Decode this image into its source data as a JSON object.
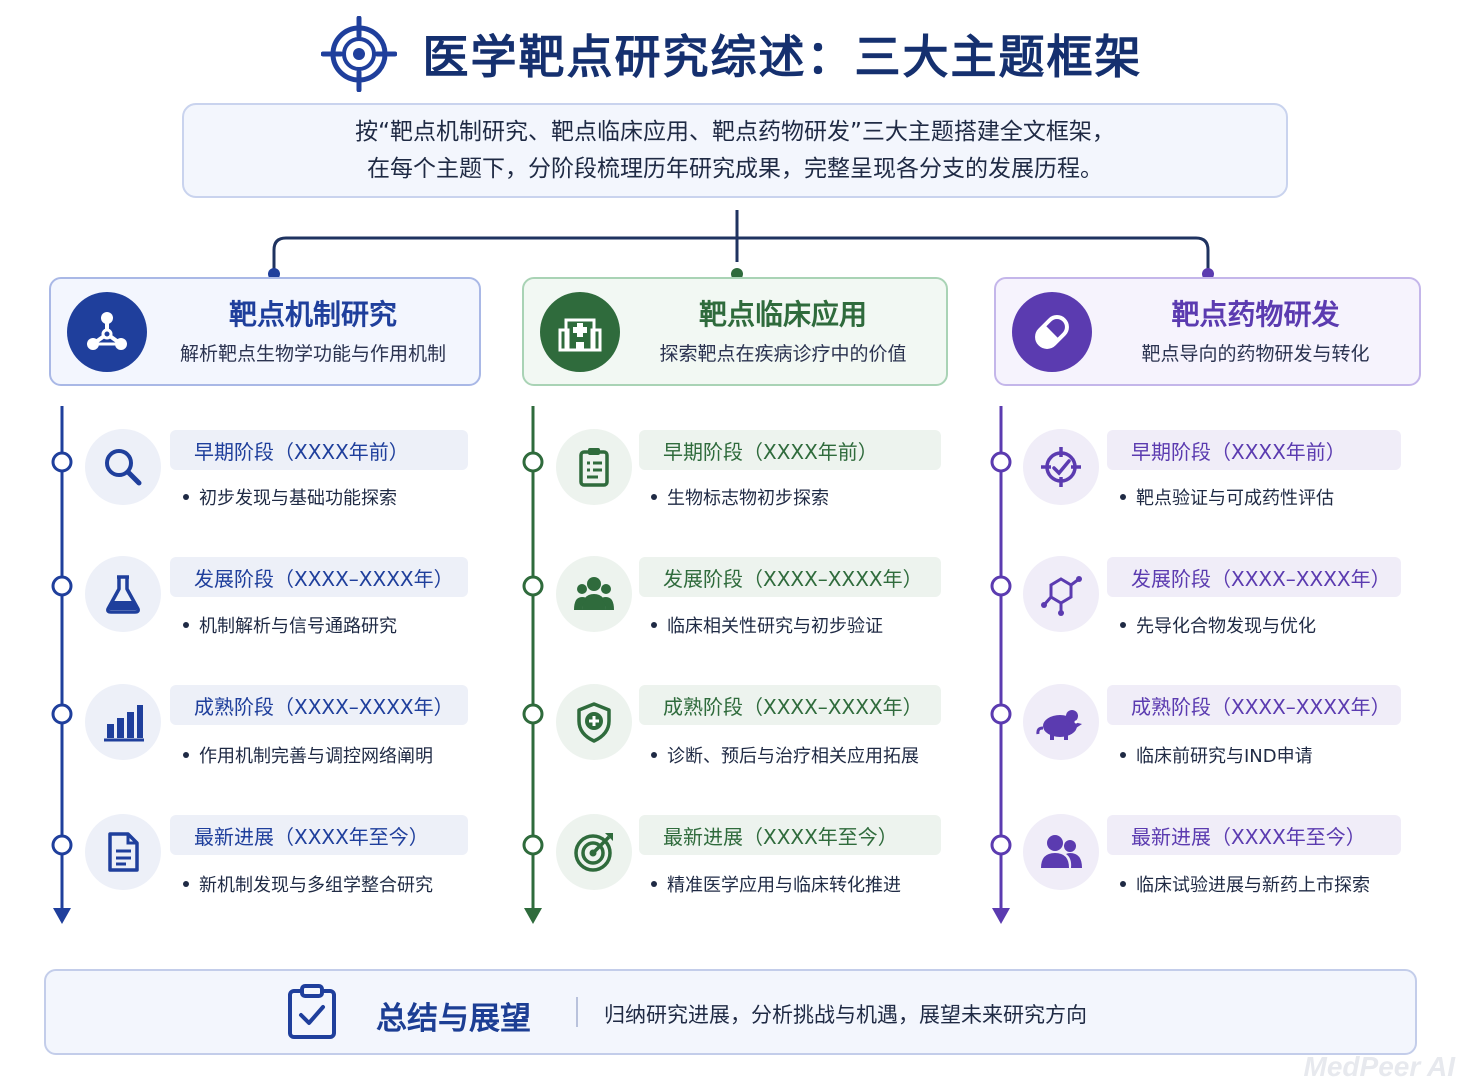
{
  "title": "医学靶点研究综述：三大主题框架",
  "intro": {
    "line1": "按“靶点机制研究、靶点临床应用、靶点药物研发”三大主题搭建全文框架，",
    "line2": "在每个主题下，分阶段梳理历年研究成果，完整呈现各分支的发展历程。"
  },
  "colors": {
    "blue": "#1f3f9c",
    "green": "#2f6b3c",
    "purple": "#5b3bb0"
  },
  "themes": [
    {
      "title": "靶点机制研究",
      "subtitle": "解析靶点生物学功能与作用机制",
      "icon": "molecule-network-icon",
      "stages": [
        {
          "label": "早期阶段（XXXX年前）",
          "desc": "初步发现与基础功能探索",
          "icon": "magnifier-icon"
        },
        {
          "label": "发展阶段（XXXX–XXXX年）",
          "desc": "机制解析与信号通路研究",
          "icon": "flask-icon"
        },
        {
          "label": "成熟阶段（XXXX–XXXX年）",
          "desc": "作用机制完善与调控网络阐明",
          "icon": "bar-chart-icon"
        },
        {
          "label": "最新进展（XXXX年至今）",
          "desc": "新机制发现与多组学整合研究",
          "icon": "document-icon"
        }
      ]
    },
    {
      "title": "靶点临床应用",
      "subtitle": "探索靶点在疾病诊疗中的价值",
      "icon": "hospital-icon",
      "stages": [
        {
          "label": "早期阶段（XXXX年前）",
          "desc": "生物标志物初步探索",
          "icon": "clipboard-icon"
        },
        {
          "label": "发展阶段（XXXX–XXXX年）",
          "desc": "临床相关性研究与初步验证",
          "icon": "patient-group-icon"
        },
        {
          "label": "成熟阶段（XXXX–XXXX年）",
          "desc": "诊断、预后与治疗相关应用拓展",
          "icon": "shield-plus-icon"
        },
        {
          "label": "最新进展（XXXX年至今）",
          "desc": "精准医学应用与临床转化推进",
          "icon": "target-arrow-icon"
        }
      ]
    },
    {
      "title": "靶点药物研发",
      "subtitle": "靶点导向的药物研发与转化",
      "icon": "pill-icon",
      "stages": [
        {
          "label": "早期阶段（XXXX年前）",
          "desc": "靶点验证与可成药性评估",
          "icon": "target-check-icon"
        },
        {
          "label": "发展阶段（XXXX–XXXX年）",
          "desc": "先导化合物发现与优化",
          "icon": "compound-structure-icon"
        },
        {
          "label": "成熟阶段（XXXX–XXXX年）",
          "desc": "临床前研究与IND申请",
          "icon": "mouse-icon"
        },
        {
          "label": "最新进展（XXXX年至今）",
          "desc": "临床试验进展与新药上市探索",
          "icon": "people-icon"
        }
      ]
    }
  ],
  "summary": {
    "title": "总结与展望",
    "desc": "归纳研究进展，分析挑战与机遇，展望未来研究方向",
    "icon": "clipboard-check-icon"
  },
  "watermark": "MedPeer AI"
}
